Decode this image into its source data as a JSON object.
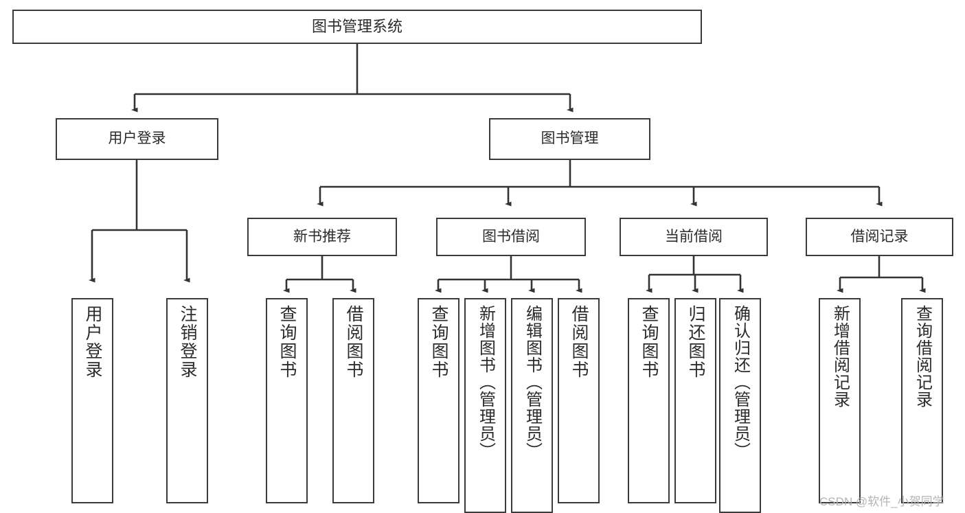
{
  "diagram": {
    "title": "图书管理系统",
    "type": "tree-hierarchy-diagram",
    "colors": {
      "background": "#ffffff",
      "box_border": "#3a3a3a",
      "text": "#2b2b2b",
      "edge": "#333333",
      "watermark": "#b4b4b4"
    },
    "watermark": "CSDN @软件_小贺同学"
  },
  "nodes": {
    "root": {
      "label": "图书管理系统"
    },
    "level1": [
      {
        "label": "用户登录"
      },
      {
        "label": "图书管理"
      }
    ],
    "level2": [
      {
        "label": "新书推荐"
      },
      {
        "label": "图书借阅"
      },
      {
        "label": "当前借阅"
      },
      {
        "label": "借阅记录"
      }
    ],
    "leaves": {
      "user_login": [
        {
          "label": "用户登录"
        },
        {
          "label": "注销登录"
        }
      ],
      "new_book_recommend": [
        {
          "label": "查询图书"
        },
        {
          "label": "借阅图书"
        }
      ],
      "book_borrow": [
        {
          "label": "查询图书"
        },
        {
          "label": "新增图书（管理员）"
        },
        {
          "label": "编辑图书（管理员）"
        },
        {
          "label": "借阅图书"
        }
      ],
      "current_borrow": [
        {
          "label": "查询图书"
        },
        {
          "label": "归还图书"
        },
        {
          "label": "确认归还（管理员）"
        }
      ],
      "borrow_record": [
        {
          "label": "新增借阅记录"
        },
        {
          "label": "查询借阅记录"
        }
      ]
    }
  }
}
